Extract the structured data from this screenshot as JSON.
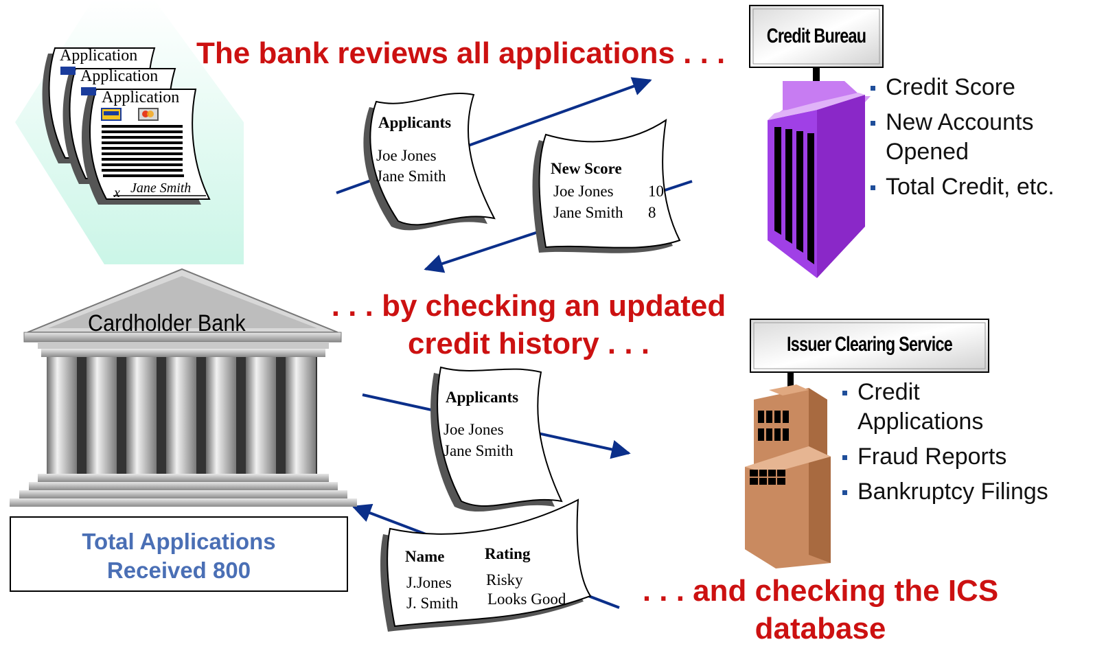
{
  "headlines": {
    "top": "The bank reviews all applications . . .",
    "middle_line1": ". . . by checking an updated",
    "middle_line2": "credit history . . .",
    "bottom_line1": ". . . and checking the ICS",
    "bottom_line2": "database"
  },
  "credit_bureau": {
    "sign": "Credit Bureau",
    "items": [
      "Credit Score",
      "New Accounts",
      "Opened",
      "Total Credit, etc."
    ]
  },
  "issuer_clearing": {
    "sign": "Issuer Clearing Service",
    "items": [
      "Credit",
      "Applications",
      "Fraud Reports",
      "Bankruptcy Filings"
    ]
  },
  "application_forms": {
    "title": "Application",
    "signature": "Jane Smith",
    "signature_mark": "x"
  },
  "bank": {
    "label": "Cardholder Bank",
    "total_line1": "Total Applications",
    "total_line2": "Received 800"
  },
  "doc_applicants_top": {
    "title": "Applicants",
    "names": [
      "Joe Jones",
      "Jane Smith"
    ]
  },
  "doc_new_score": {
    "title": "New Score",
    "rows": [
      {
        "name": "Joe Jones",
        "score": "10"
      },
      {
        "name": "Jane Smith",
        "score": "8"
      }
    ]
  },
  "doc_applicants_bottom": {
    "title": "Applicants",
    "names": [
      "Joe Jones",
      "Jane Smith"
    ]
  },
  "doc_rating": {
    "col1": "Name",
    "col2": "Rating",
    "rows": [
      {
        "name": "J.Jones",
        "rating": "Risky"
      },
      {
        "name": "J. Smith",
        "rating": "Looks Good"
      }
    ]
  },
  "colors": {
    "headline": "#cc1111",
    "arrow": "#0b2f8a",
    "total_text": "#4a6fb5",
    "bureau_building": "#a040e6",
    "ics_building": "#c98a60"
  },
  "icons": [
    "card-visa-icon",
    "card-mastercard-icon"
  ]
}
